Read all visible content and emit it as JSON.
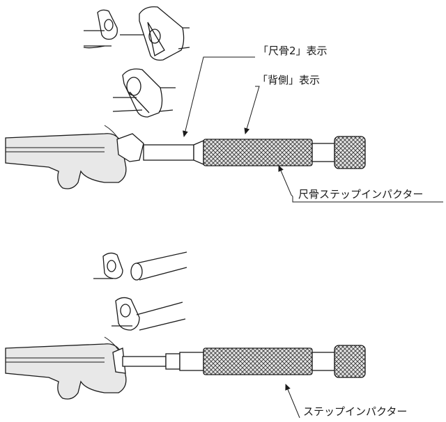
{
  "labels": {
    "ulna2_display": "「尺骨2」表示",
    "dorsal_display": "「背側」表示",
    "ulna_step_impactor": "尺骨ステップインパクター",
    "step_impactor": "ステップインパクター"
  },
  "colors": {
    "line": "#1a1a1a",
    "knurl_fill": "#d9d9d9",
    "background": "#ffffff"
  },
  "icons": {
    "arrow_head": "arrow-head-icon"
  }
}
